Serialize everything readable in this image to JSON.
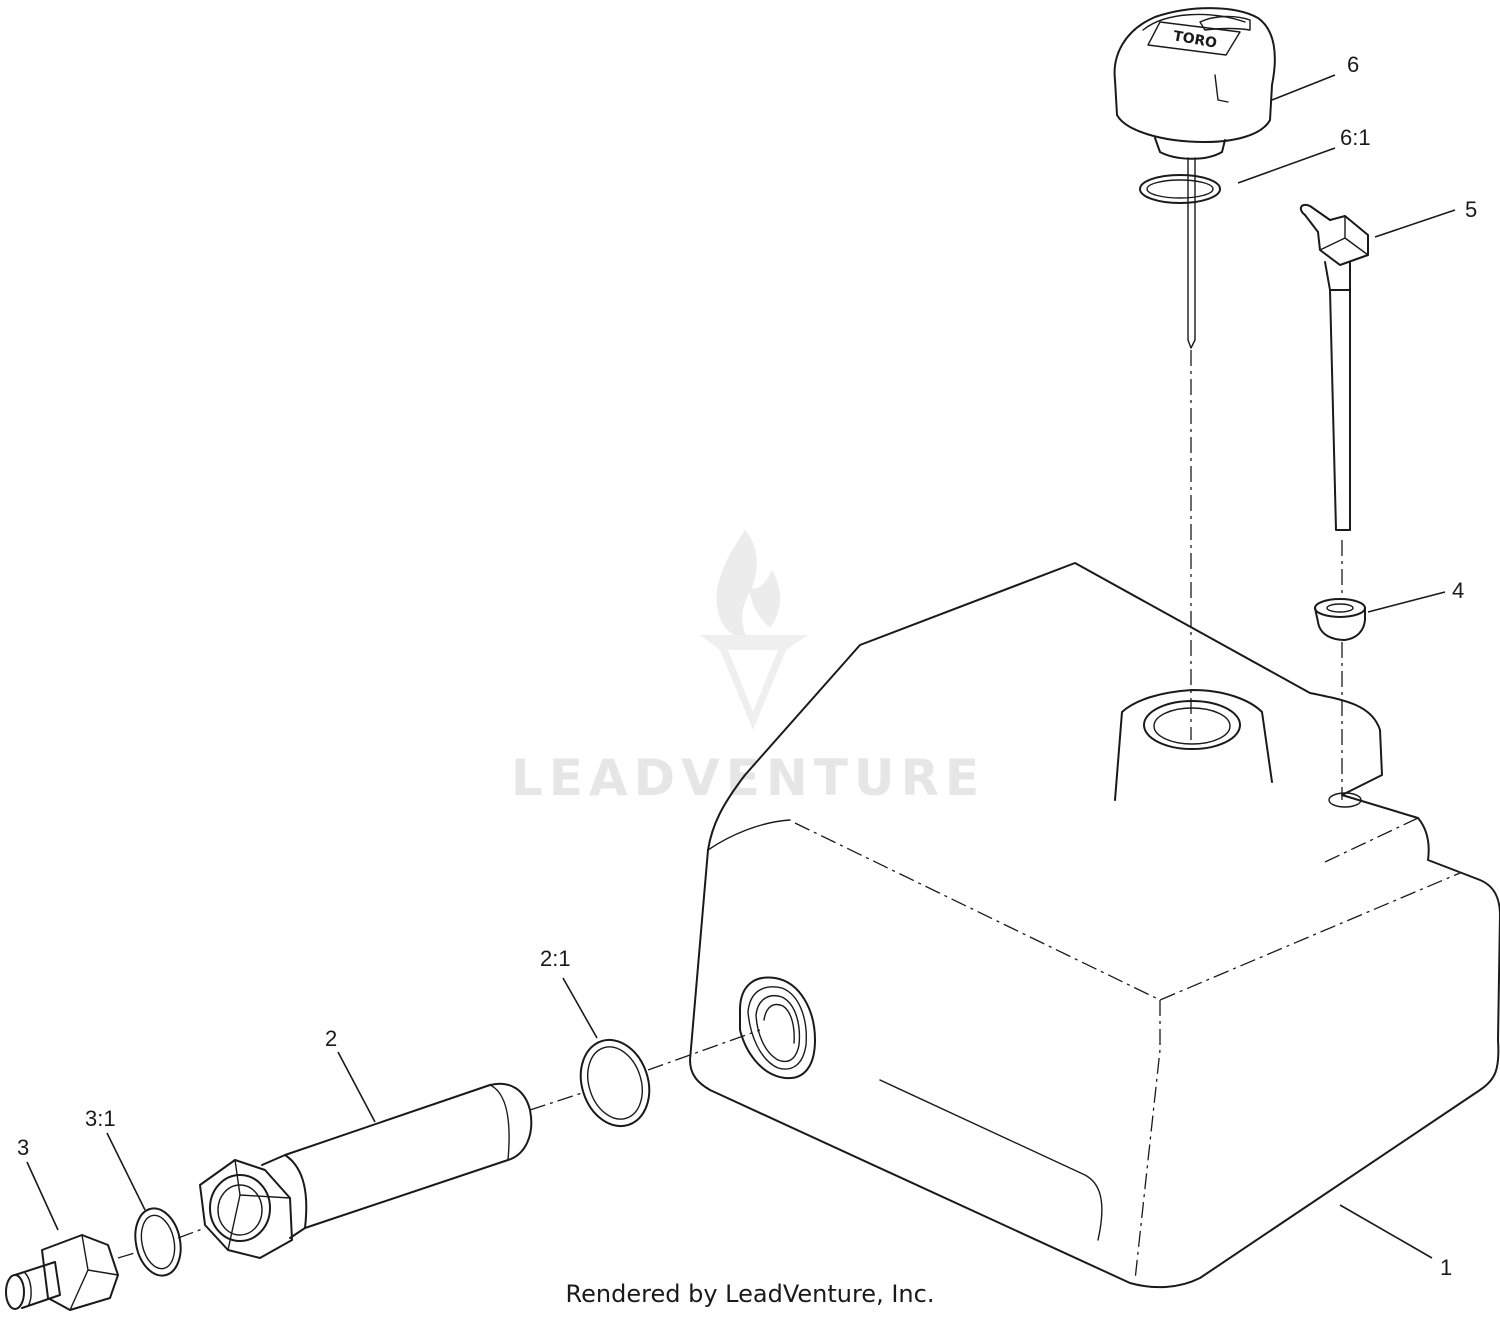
{
  "watermark": {
    "brand": "LEADVENTURE",
    "icon": "leadventure-flame-logo"
  },
  "cap_brand": "TORO",
  "callouts": [
    {
      "id": "1",
      "label": "1"
    },
    {
      "id": "2",
      "label": "2"
    },
    {
      "id": "2-1",
      "label": "2:1"
    },
    {
      "id": "3",
      "label": "3"
    },
    {
      "id": "3-1",
      "label": "3:1"
    },
    {
      "id": "4",
      "label": "4"
    },
    {
      "id": "5",
      "label": "5"
    },
    {
      "id": "6",
      "label": "6"
    },
    {
      "id": "6-1",
      "label": "6:1"
    }
  ],
  "footer": {
    "credit": "Rendered by LeadVenture, Inc."
  }
}
